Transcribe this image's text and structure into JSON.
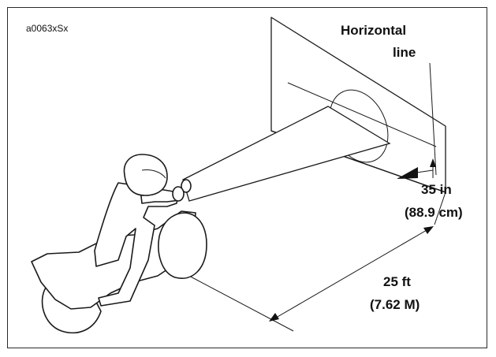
{
  "figure_code": "a0063xSx",
  "labels": {
    "horizontal_line_1": "Horizontal",
    "horizontal_line_2": "line",
    "height_in": "35 in",
    "height_cm": "(88.9 cm)",
    "distance_ft": "25 ft",
    "distance_m": "(7.62 M)"
  },
  "colors": {
    "stroke": "#1a1a1a",
    "background": "#ffffff"
  }
}
